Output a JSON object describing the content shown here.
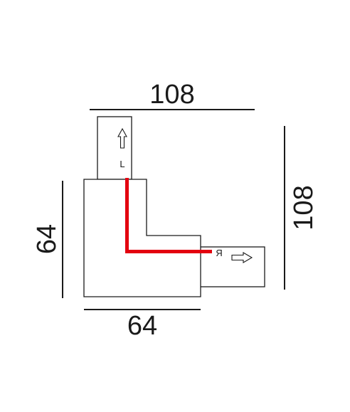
{
  "dimensions": {
    "top_width": "108",
    "right_height": "108",
    "left_height": "64",
    "bottom_width": "64"
  },
  "markings": {
    "left_terminal": "L",
    "right_terminal": "R"
  },
  "colors": {
    "conductor": "#e3000f",
    "line": "#1a1a1a",
    "background": "#ffffff"
  },
  "icons": {
    "left_arrow": "arrow-up-icon",
    "right_arrow": "arrow-right-icon"
  }
}
